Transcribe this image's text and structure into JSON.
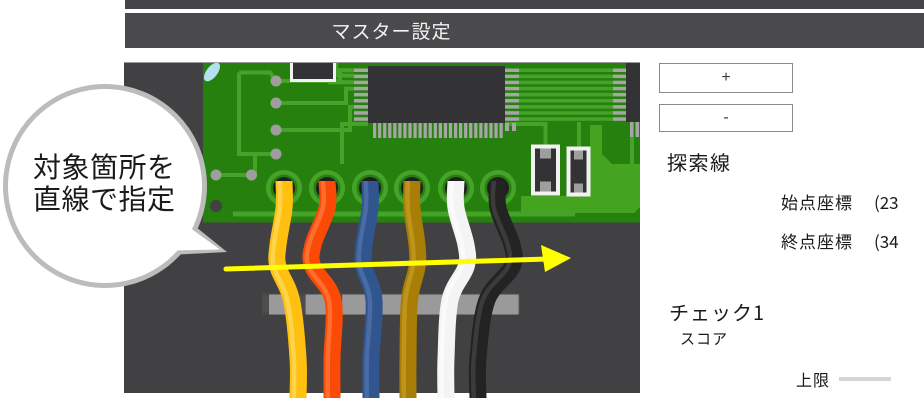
{
  "title_bar": {
    "title": "マスター設定"
  },
  "photo": {
    "bubble": {
      "line1": "対象箇所を",
      "line2": "直線で指定"
    },
    "wires": [
      {
        "name": "wire-yellow",
        "color": "#ffc010",
        "highlight": "#ffe27a"
      },
      {
        "name": "wire-orange",
        "color": "#fb4a06",
        "highlight": "#ff8c54"
      },
      {
        "name": "wire-blue",
        "color": "#31568f",
        "highlight": "#5b7fb5"
      },
      {
        "name": "wire-dark-gold",
        "color": "#a97e06",
        "highlight": "#cfa62c"
      },
      {
        "name": "wire-white",
        "color": "#f4f4f4",
        "highlight": "#ffffff"
      },
      {
        "name": "wire-black",
        "color": "#232323",
        "highlight": "#505050"
      }
    ],
    "arrow_color": "#ffff00"
  },
  "panel": {
    "zoom_in_label": "+",
    "zoom_out_label": "-",
    "search_line_label": "探索線",
    "coord_rows": [
      {
        "label": "始点座標",
        "value": "(23"
      },
      {
        "label": "終点座標",
        "value": "(34"
      }
    ],
    "check_title": "チェック1",
    "score_label": "スコア",
    "upper_limit_label": "上限"
  },
  "colors": {
    "top_strip": "#454547",
    "title_bar": "#4a4a4c",
    "title_text": "#f2f2f2",
    "photo_bg": "#414143",
    "pcb_green": "#26800e",
    "pcb_pour": "#44a41f",
    "trace_green": "#45a32a",
    "component_dark": "#333335",
    "pin_gray": "#a6a6a6",
    "via_gray": "#9e9e9e",
    "hole_dark": "#202023",
    "bubble_border": "#bcbcbc",
    "bubble_fill": "#ffffff",
    "text_dark": "#1a1a1a",
    "button_border": "#8a8a8a",
    "slider_track": "#d5d5d2"
  }
}
